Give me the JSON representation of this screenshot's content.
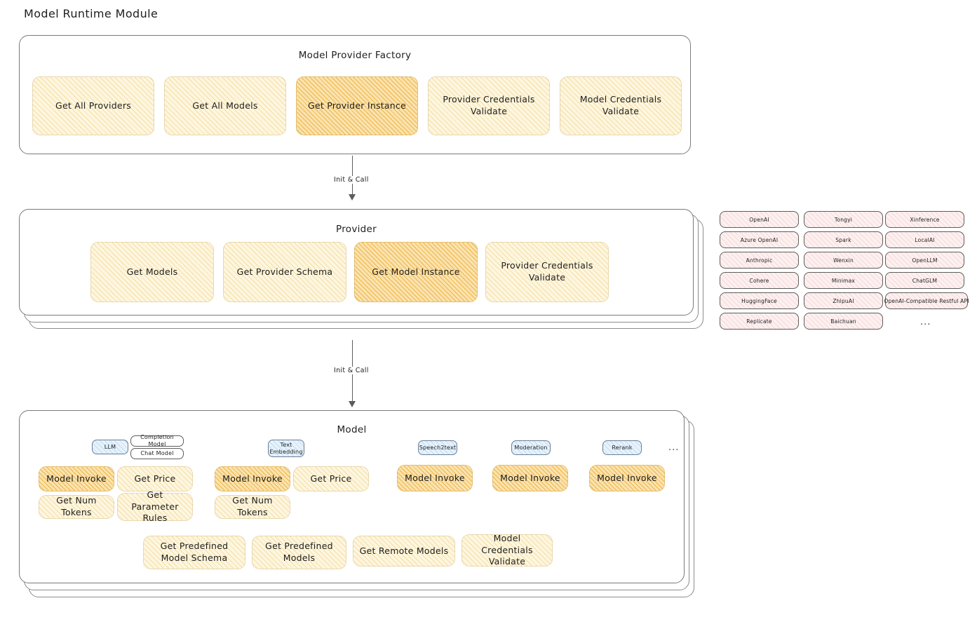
{
  "page": {
    "title": "Model Runtime Module"
  },
  "factory": {
    "title": "Model Provider Factory",
    "nodes": [
      {
        "label": "Get All Providers",
        "emphasis": "light"
      },
      {
        "label": "Get All Models",
        "emphasis": "light"
      },
      {
        "label": "Get Provider Instance",
        "emphasis": "strong"
      },
      {
        "label": "Provider Credentials Validate",
        "emphasis": "light"
      },
      {
        "label": "Model Credentials Validate",
        "emphasis": "light"
      }
    ]
  },
  "arrows": [
    {
      "label": "Init & Call"
    },
    {
      "label": "Init & Call"
    }
  ],
  "provider": {
    "title": "Provider",
    "nodes": [
      {
        "label": "Get Models",
        "emphasis": "light"
      },
      {
        "label": "Get Provider Schema",
        "emphasis": "light"
      },
      {
        "label": "Get Model Instance",
        "emphasis": "strong"
      },
      {
        "label": "Provider Credentials Validate",
        "emphasis": "light"
      }
    ]
  },
  "provider_list": {
    "columns": [
      [
        "OpenAI",
        "Azure OpenAI",
        "Anthropic",
        "Cohere",
        "HuggingFace",
        "Replicate"
      ],
      [
        "Tongyi",
        "Spark",
        "Wenxin",
        "Minimax",
        "ZhipuAI",
        "Baichuan"
      ],
      [
        "Xinference",
        "LocalAI",
        "OpenLLM",
        "ChatGLM",
        "OpenAI-Compatible Restful API"
      ]
    ],
    "more": "..."
  },
  "model": {
    "title": "Model",
    "more": "...",
    "groups": [
      {
        "type_tag": "LLM",
        "sub_tags": [
          "Completion Model",
          "Chat Model"
        ],
        "nodes": [
          {
            "label": "Model Invoke",
            "emphasis": "strong"
          },
          {
            "label": "Get Price",
            "emphasis": "light"
          },
          {
            "label": "Get Num Tokens",
            "emphasis": "light"
          },
          {
            "label": "Get Parameter Rules",
            "emphasis": "light"
          }
        ]
      },
      {
        "type_tag": "Text Embedding",
        "sub_tags": [],
        "nodes": [
          {
            "label": "Model Invoke",
            "emphasis": "strong"
          },
          {
            "label": "Get Price",
            "emphasis": "light"
          },
          {
            "label": "Get Num Tokens",
            "emphasis": "light"
          }
        ]
      },
      {
        "type_tag": "Speech2text",
        "sub_tags": [],
        "nodes": [
          {
            "label": "Model Invoke",
            "emphasis": "strong"
          }
        ]
      },
      {
        "type_tag": "Moderation",
        "sub_tags": [],
        "nodes": [
          {
            "label": "Model Invoke",
            "emphasis": "strong"
          }
        ]
      },
      {
        "type_tag": "Rerank",
        "sub_tags": [],
        "nodes": [
          {
            "label": "Model Invoke",
            "emphasis": "strong"
          }
        ]
      }
    ],
    "shared_nodes": [
      {
        "label": "Get Predefined Model Schema",
        "emphasis": "light"
      },
      {
        "label": "Get Predefined Models",
        "emphasis": "light"
      },
      {
        "label": "Get Remote Models",
        "emphasis": "light"
      },
      {
        "label": "Model Credentials Validate",
        "emphasis": "light"
      }
    ]
  },
  "colors": {
    "node_light_fill": "#fdf6e0",
    "node_strong_fill": "#fbe3b0",
    "pill_fill": "#fdf0f0",
    "chip_blue_fill": "#e7f2fb",
    "stroke": "#1e1e1e"
  }
}
